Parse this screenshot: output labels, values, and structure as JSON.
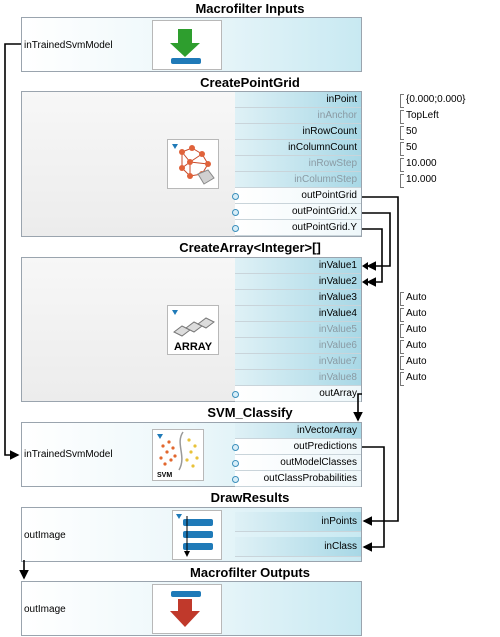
{
  "macrofilter_inputs": {
    "title": "Macrofilter Inputs",
    "port": "inTrainedSvmModel",
    "icon": "download-arrow-icon"
  },
  "create_point_grid": {
    "title": "CreatePointGrid",
    "icon": "point-grid-icon",
    "inputs": [
      {
        "name": "inPoint",
        "value": "{0.000;0.000}",
        "disabled": false
      },
      {
        "name": "inAnchor",
        "value": "TopLeft",
        "disabled": true
      },
      {
        "name": "inRowCount",
        "value": "50",
        "disabled": false
      },
      {
        "name": "inColumnCount",
        "value": "50",
        "disabled": false
      },
      {
        "name": "inRowStep",
        "value": "10.000",
        "disabled": true
      },
      {
        "name": "inColumnStep",
        "value": "10.000",
        "disabled": true
      }
    ],
    "outputs": [
      "outPointGrid",
      "outPointGrid.X",
      "outPointGrid.Y"
    ]
  },
  "create_array": {
    "title": "CreateArray<Integer>[]",
    "icon": "array-icon",
    "icon_label": "ARRAY",
    "inputs": [
      {
        "name": "inValue1",
        "value": "",
        "disabled": false
      },
      {
        "name": "inValue2",
        "value": "",
        "disabled": false
      },
      {
        "name": "inValue3",
        "value": "Auto",
        "disabled": false
      },
      {
        "name": "inValue4",
        "value": "Auto",
        "disabled": false
      },
      {
        "name": "inValue5",
        "value": "Auto",
        "disabled": true
      },
      {
        "name": "inValue6",
        "value": "Auto",
        "disabled": true
      },
      {
        "name": "inValue7",
        "value": "Auto",
        "disabled": true
      },
      {
        "name": "inValue8",
        "value": "Auto",
        "disabled": true
      }
    ],
    "outputs": [
      "outArray"
    ]
  },
  "svm_classify": {
    "title": "SVM_Classify",
    "icon": "svm-icon",
    "icon_label": "SVM",
    "left_port": "inTrainedSvmModel",
    "inputs": [
      {
        "name": "inVectorArray",
        "disabled": false
      }
    ],
    "outputs": [
      "outPredictions",
      "outModelClasses",
      "outClassProbabilities"
    ]
  },
  "draw_results": {
    "title": "DrawResults",
    "icon": "draw-results-icon",
    "left_port": "outImage",
    "inputs": [
      {
        "name": "inPoints",
        "disabled": false
      },
      {
        "name": "inClass",
        "disabled": false
      }
    ]
  },
  "macrofilter_outputs": {
    "title": "Macrofilter Outputs",
    "port": "outImage",
    "icon": "upload-arrow-icon"
  },
  "colors": {
    "port_accent": "#a8d8e6",
    "wire": "#000000",
    "green_arrow": "#2e9e2e",
    "red_arrow": "#c0392b",
    "blue_bar": "#1f7ab8"
  }
}
